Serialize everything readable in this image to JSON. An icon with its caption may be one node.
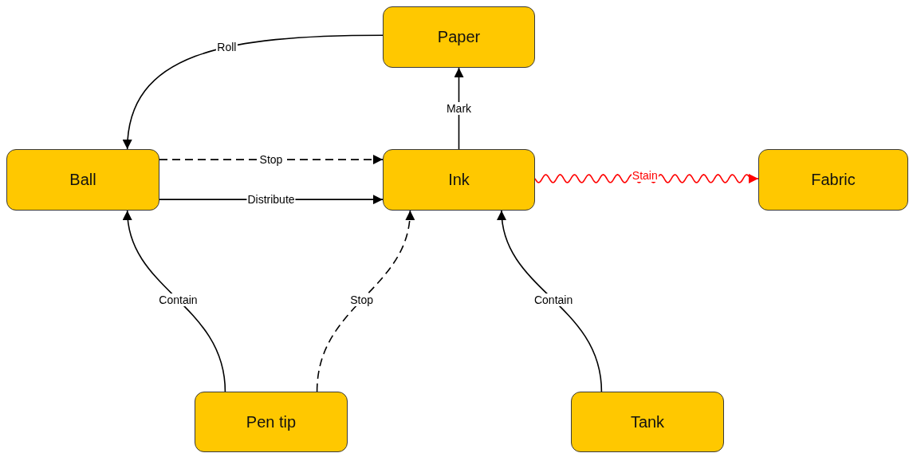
{
  "diagram": {
    "nodes": [
      {
        "text": [
          "Paper"
        ]
      },
      {
        "text": [
          "Ball"
        ]
      },
      {
        "text": [
          "Ink"
        ]
      },
      {
        "text": [
          "Fabric"
        ]
      },
      {
        "text": [
          "Pen tip"
        ]
      },
      {
        "text": [
          "Tank"
        ]
      }
    ],
    "edges": [
      {
        "from": 0,
        "to": 1,
        "arrow": "to",
        "label": "Roll"
      },
      {
        "from": 1,
        "to": 2,
        "arrow": "to",
        "label": "Stop",
        "style": "dashed"
      },
      {
        "from": 1,
        "to": 2,
        "arrow": "to",
        "label": "Distribute"
      },
      {
        "from": 2,
        "to": 0,
        "arrow": "to",
        "label": "Mark"
      },
      {
        "from": 2,
        "to": 3,
        "arrow": "to",
        "label": "Stain",
        "color": "#ff0000"
      },
      {
        "from": 4,
        "to": 1,
        "arrow": "to",
        "label": "Contain"
      },
      {
        "from": 4,
        "to": 2,
        "arrow": "to",
        "label": "Stop",
        "style": "dashed"
      },
      {
        "from": 5,
        "to": 2,
        "arrow": "to",
        "label": "Contain"
      }
    ]
  }
}
